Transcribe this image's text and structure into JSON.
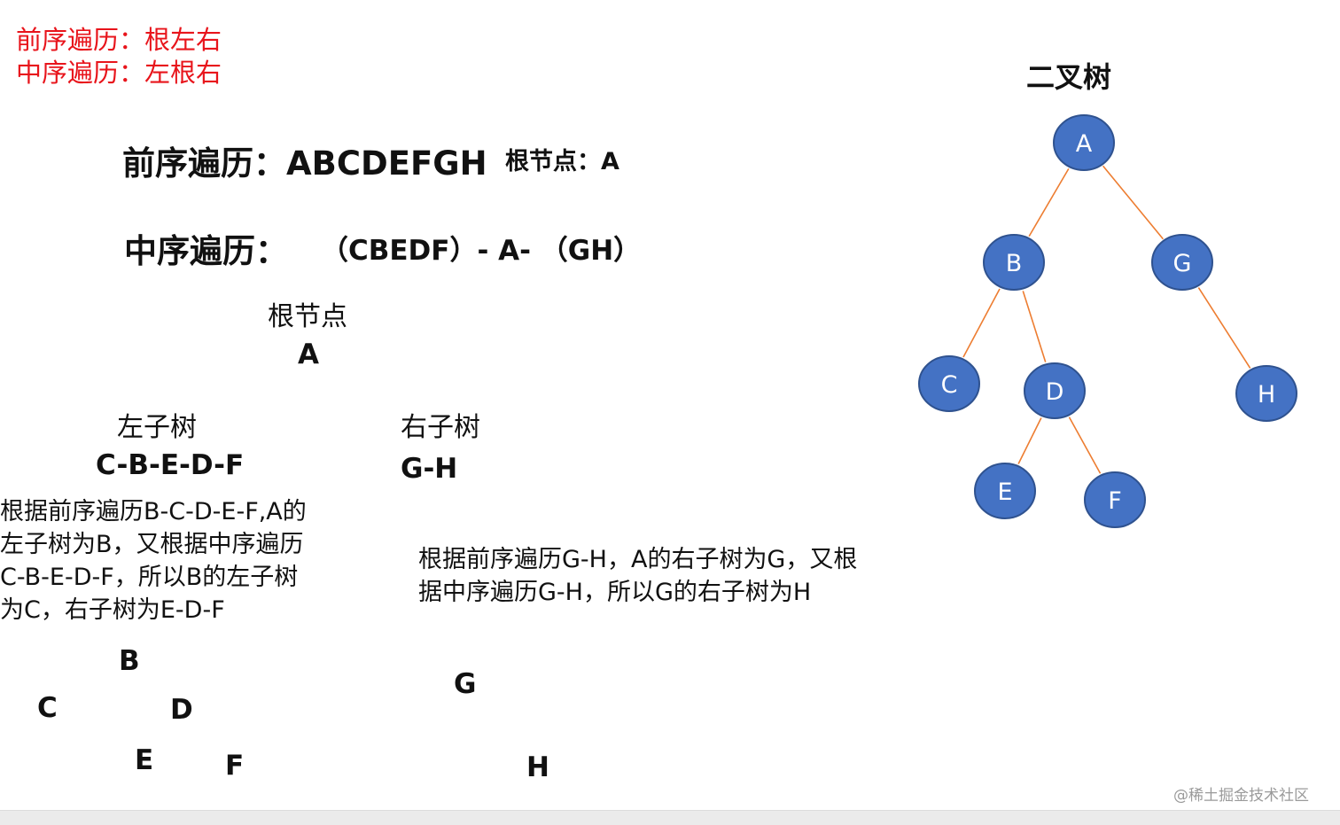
{
  "notes": {
    "preorder_rule": "前序遍历：根左右",
    "inorder_rule": "中序遍历：左根右"
  },
  "preorder_line": {
    "label": "前序遍历：ABCDEFGH",
    "root_note": "根节点：A"
  },
  "inorder_line": {
    "label": "中序遍历：",
    "value": "（CBEDF）- A- （GH）"
  },
  "root_block": {
    "label": "根节点",
    "value": "A"
  },
  "left_subtree": {
    "label": "左子树",
    "sequence": "C-B-E-D-F",
    "explanation": "根据前序遍历B-C-D-E-F,A的\n左子树为B，又根据中序遍历\nC-B-E-D-F，所以B的左子树\n为C，右子树为E-D-F",
    "nodes": {
      "b": "B",
      "c": "C",
      "d": "D",
      "e": "E",
      "f": "F"
    }
  },
  "right_subtree": {
    "label": "右子树",
    "sequence": "G-H",
    "explanation": "根据前序遍历G-H，A的右子树为G，又根\n据中序遍历G-H，所以G的右子树为H",
    "nodes": {
      "g": "G",
      "h": "H"
    }
  },
  "tree": {
    "title": "二叉树",
    "node_fill": "#4472c4",
    "node_stroke": "#2f528f",
    "edge_color": "#ed7d31",
    "nodes": [
      {
        "id": "A",
        "label": "A"
      },
      {
        "id": "B",
        "label": "B"
      },
      {
        "id": "G",
        "label": "G"
      },
      {
        "id": "C",
        "label": "C"
      },
      {
        "id": "D",
        "label": "D"
      },
      {
        "id": "H",
        "label": "H"
      },
      {
        "id": "E",
        "label": "E"
      },
      {
        "id": "F",
        "label": "F"
      }
    ],
    "edges": [
      [
        "A",
        "B"
      ],
      [
        "A",
        "G"
      ],
      [
        "B",
        "C"
      ],
      [
        "B",
        "D"
      ],
      [
        "G",
        "H"
      ],
      [
        "D",
        "E"
      ],
      [
        "D",
        "F"
      ]
    ]
  },
  "watermark": "@稀土掘金技术社区"
}
